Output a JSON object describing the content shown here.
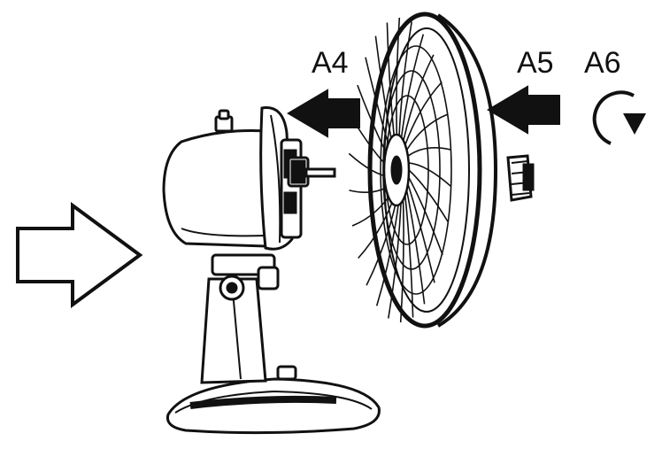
{
  "labels": {
    "a4": "A4",
    "a5": "A5",
    "a6": "A6"
  },
  "colors": {
    "ink": "#111111",
    "paper": "#ffffff"
  },
  "icons": {
    "push_arrow": "filled-arrow-left",
    "direction_arrow": "outline-arrow-right",
    "rotation": "clockwise-arrow"
  }
}
